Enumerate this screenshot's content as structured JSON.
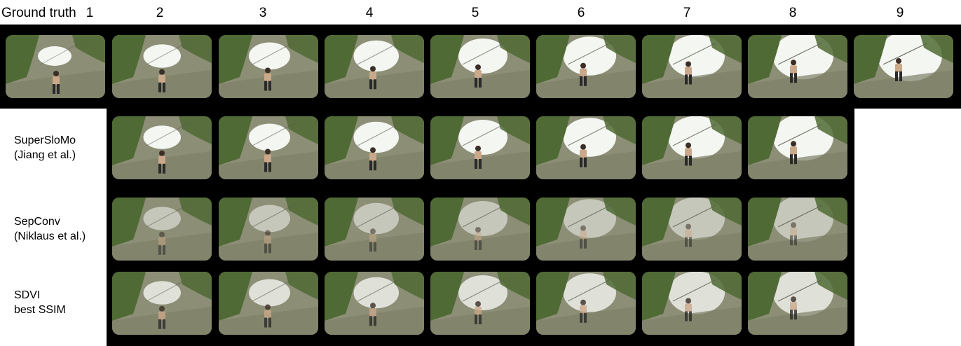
{
  "header": {
    "ground_truth": "Ground truth",
    "columns": [
      "1",
      "2",
      "3",
      "4",
      "5",
      "6",
      "7",
      "8",
      "9"
    ]
  },
  "rows": [
    {
      "id": "ground-truth",
      "frames": 9
    },
    {
      "id": "superslomo",
      "label_line1": "SuperSloMo",
      "label_line2": "(Jiang et al.)",
      "frames": 7
    },
    {
      "id": "sepconv",
      "label_line1": "SepConv",
      "label_line2": "(Niklaus et al.)",
      "frames": 7
    },
    {
      "id": "sdvi",
      "label_line1": "SDVI",
      "label_line2": "best SSIM",
      "frames": 7
    }
  ],
  "colors": {
    "background": "#000000",
    "ground": "#8c8e76",
    "foliage": "#4f6a34",
    "sky": "#f4f6f2",
    "skater_skin": "#caa88a",
    "skater_pants": "#2a2a2a"
  },
  "icons": [
    "photo-frame"
  ]
}
